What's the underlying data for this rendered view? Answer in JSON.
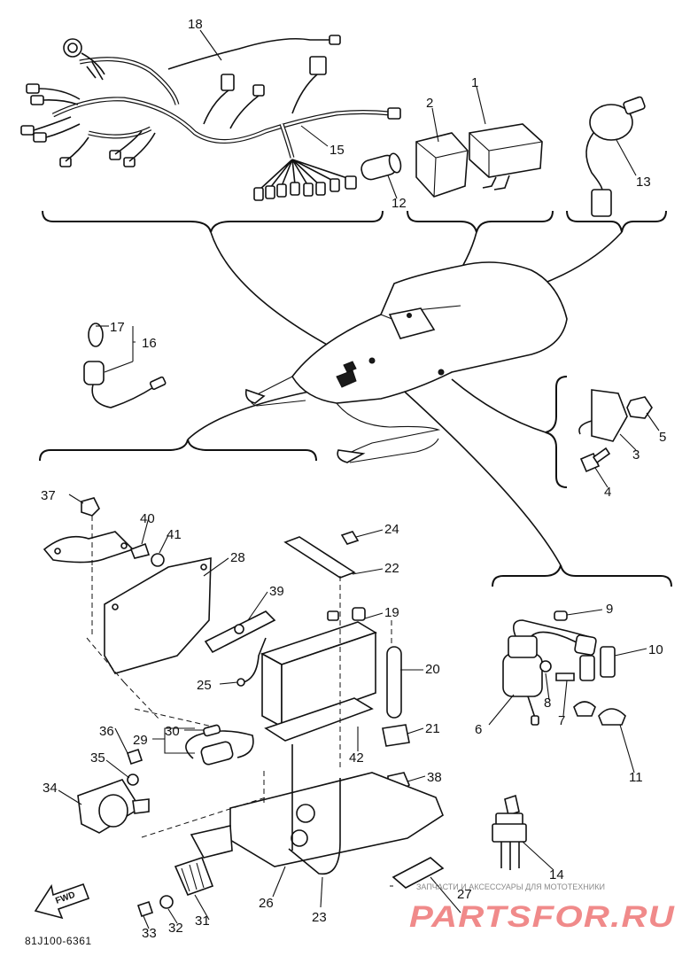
{
  "diagram": {
    "code": "81J100-6361",
    "fwd_label": "FWD",
    "callouts": [
      "1",
      "2",
      "3",
      "4",
      "5",
      "6",
      "7",
      "8",
      "9",
      "10",
      "11",
      "12",
      "13",
      "14",
      "15",
      "16",
      "17",
      "18",
      "19",
      "20",
      "21",
      "22",
      "23",
      "24",
      "25",
      "26",
      "27",
      "28",
      "29",
      "30",
      "31",
      "32",
      "33",
      "34",
      "35",
      "36",
      "37",
      "38",
      "39",
      "40",
      "41",
      "42"
    ]
  },
  "watermark": {
    "caption": "ЗАПЧАСТИ И АКСЕССУАРЫ ДЛЯ МОТОТЕХНИКИ",
    "brand": "PARTSFOR.RU"
  },
  "colors": {
    "ink": "#111111",
    "watermark_brand": "#f08a8a",
    "watermark_caption": "#8a8a8a"
  }
}
